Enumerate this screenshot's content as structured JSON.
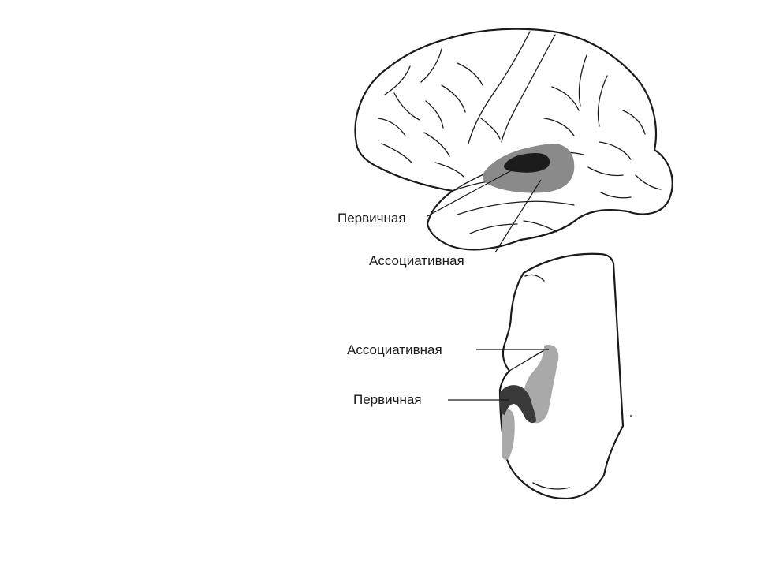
{
  "labels": {
    "lateral_primary": "Первичная",
    "lateral_associative": "Ассоциативная",
    "coronal_associative": "Ассоциативная",
    "coronal_primary": "Первичная"
  },
  "colors": {
    "outline": "#1a1a1a",
    "primary_cortex": "#1c1c1c",
    "associative_lateral": "#8a8a8a",
    "associative_coronal": "#a9a9a9",
    "primary_coronal": "#3a3a3a",
    "background": "#ffffff"
  }
}
